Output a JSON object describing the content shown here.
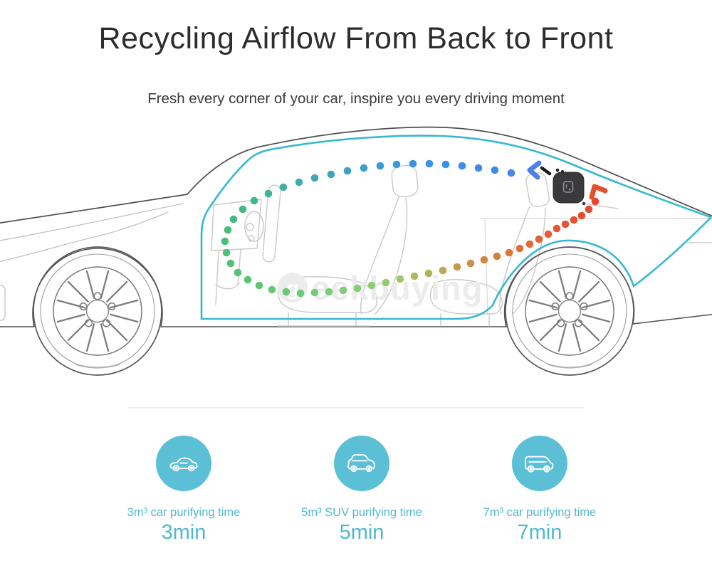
{
  "header": {
    "title": "Recycling Airflow From Back to Front",
    "subtitle": "Fresh every corner of your car, inspire you every driving moment"
  },
  "illustration": {
    "watermark_logo_letter": "g",
    "watermark_text": "eekbuying",
    "device": "car air purifier on rear shelf",
    "palette": {
      "cabin_outline_teal": "#36b9cf",
      "flow_blue": "#4189e9",
      "flow_green": "#5fc774",
      "flow_orange": "#e3512f",
      "device_body": "#3a3a3c",
      "car_line_dark": "#4f4f4f",
      "car_line_light": "#c2c2c2",
      "feature_circle": "#5bbfd6",
      "feature_text": "#52b7ce"
    }
  },
  "features": [
    {
      "label": "3m³ car purifying time",
      "value": "3min"
    },
    {
      "label": "5m³ SUV purifying time",
      "value": "5min"
    },
    {
      "label": "7m³ car purifying time",
      "value": "7min"
    }
  ]
}
